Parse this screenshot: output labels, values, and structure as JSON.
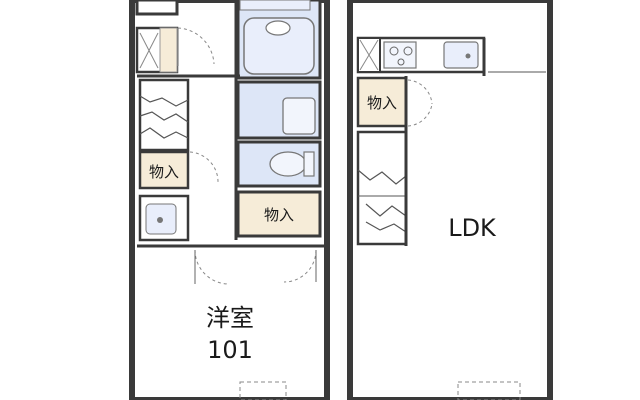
{
  "floorplan": {
    "labels": {
      "storage_1": "物入",
      "storage_2": "物入",
      "storage_3": "物入",
      "western_room": "洋室",
      "room_number": "101",
      "ldk": "LDK"
    },
    "colors": {
      "wall": "#3a3a3a",
      "bath_blue": "#dde6f7",
      "storage_beige": "#f6ecd8",
      "stair_line": "#555555"
    }
  }
}
